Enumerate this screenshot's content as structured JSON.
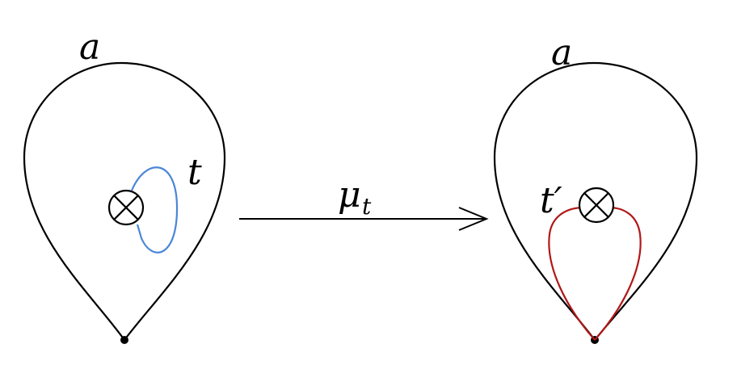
{
  "colors": {
    "outline": "#000000",
    "curve_t": "#4a86d8",
    "curve_t_prime": "#b01818",
    "background": "#ffffff"
  },
  "left_figure": {
    "boundary_label": "a",
    "arc_label": "t",
    "crosscap_icon": "circle-cross-icon"
  },
  "arrow": {
    "label_main": "μ",
    "label_sub": "t"
  },
  "right_figure": {
    "boundary_label": "a",
    "arc_label": "t′",
    "crosscap_icon": "circle-cross-icon"
  }
}
